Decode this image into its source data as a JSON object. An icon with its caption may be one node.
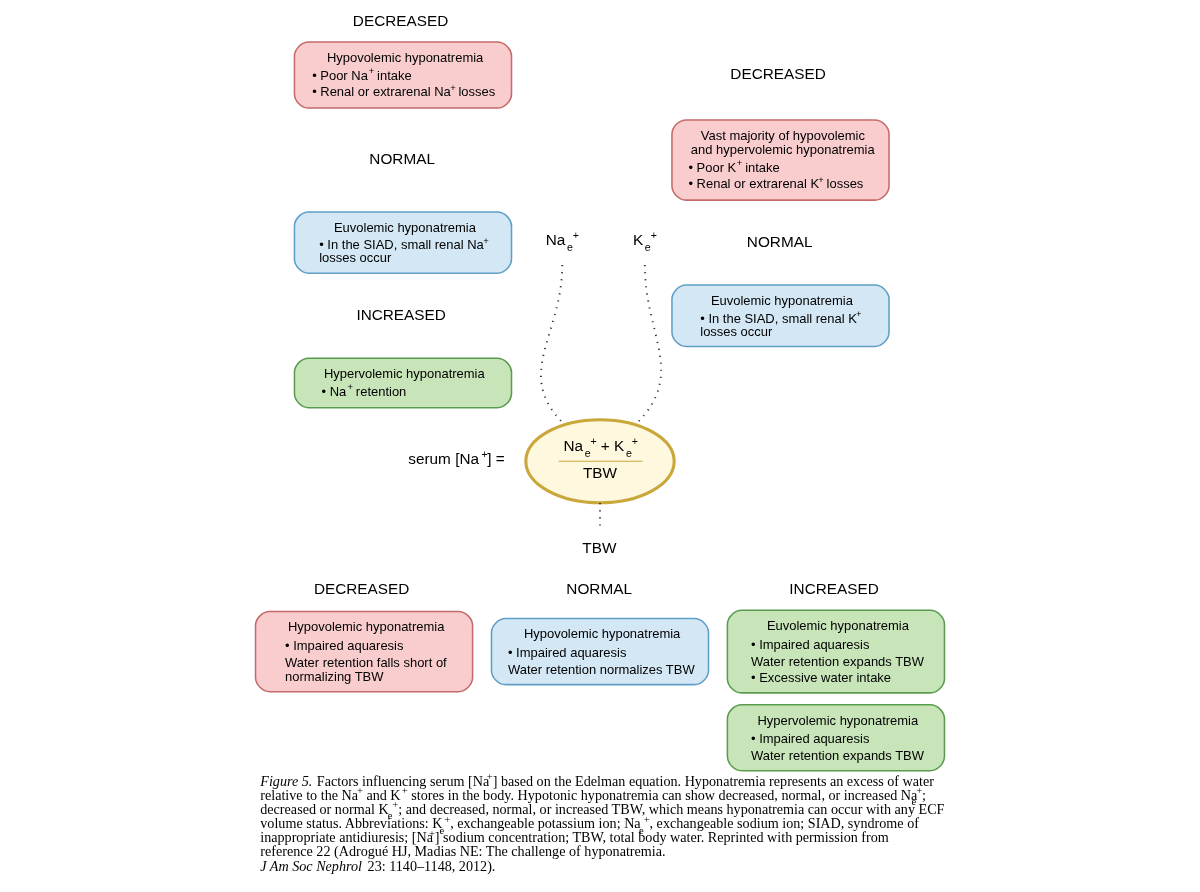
{
  "diagram": {
    "caption": "*Figure 5.* Factors influencing serum [Na$^{+}$] based on the Edelman equation. Hyponatremia represents an excess of water relative to the Na$^{+}$ and K$^{+}$ stores in the body. Hypotonic hyponatremia can show decreased, normal, or increased Na$_{e}$$^{+}$; decreased or normal K$_{e}$$^{+}$; and decreased, normal, or increased TBW, which means hyponatremia can occur with any ECF volume status. Abbreviations: K$_{e}$$^{+}$, exchangeable potassium ion; Na$_{e}$$^{+}$, exchangeable sodium ion; SIAD, syndrome of inappropriate antidiuresis; [Na$^{+}$] sodium concentration; TBW, total body water. Reprinted with permission from reference 22 (Adrogué HJ, Madias NE: The challenge of hyponatremia. *J Am Soc Nephrol* 23: 1140–1148, 2012).",
    "nodes": [
      {
        "text": [
          "Hypovolemic hyponatremia",
          "• Poor Na$^{+}$ intake",
          "• Renal or extrarenal Na$^{+}$ losses"
        ]
      },
      {
        "text": [
          "Euvolemic hyponatremia",
          "• In the SIAD, small renal Na$^{+}$ losses occur"
        ]
      },
      {
        "text": [
          "Hypervolemic hyponatremia",
          "• Na$^{+}$ retention"
        ]
      },
      {
        "text": [
          "Na$_{e}$$^{+}$"
        ]
      },
      {
        "text": [
          "K$_{e}$$^{+}$"
        ]
      },
      {
        "text": [
          "Vast majority of hypovolemic and hypervolemic hyponatremia",
          "• Poor K$^{+}$ intake",
          "• Renal or extrarenal K$^{+}$ losses"
        ]
      },
      {
        "text": [
          "Euvolemic hyponatremia",
          "• In the SIAD, small renal K$^{+}$ losses occur"
        ]
      },
      {
        "text": [
          "Na$_{e}$$^{+}$ + K$_{e}$$^{+}$",
          "TBW"
        ],
        "beside": [
          "serum [Na$^{+}$] ="
        ]
      },
      {
        "text": [
          "TBW"
        ]
      },
      {
        "text": [
          "Hypovolemic hyponatremia",
          "• Impaired aquaresis",
          "Water retention falls short of normalizing TBW"
        ]
      },
      {
        "text": [
          "Hypovolemic hyponatremia",
          "• Impaired aquaresis",
          "Water retention normalizes TBW"
        ]
      },
      {
        "text": [
          "Euvolemic hyponatremia",
          "• Impaired aquaresis",
          "Water retention expands TBW",
          "• Excessive water intake"
        ]
      },
      {
        "text": [
          "Hypervolemic hyponatremia",
          "• Impaired aquaresis",
          "Water retention expands TBW"
        ]
      }
    ],
    "edges": [
      {
        "from": 3,
        "to": 7,
        "arrow": "none",
        "style": "dashed"
      },
      {
        "from": 4,
        "to": 7,
        "arrow": "none",
        "style": "dashed"
      },
      {
        "from": 7,
        "to": 8,
        "arrow": "none",
        "style": "dashed"
      }
    ],
    "labels": [
      "DECREASED",
      "DECREASED",
      "NORMAL",
      "NORMAL",
      "INCREASED",
      "DECREASED",
      "NORMAL",
      "INCREASED"
    ]
  }
}
